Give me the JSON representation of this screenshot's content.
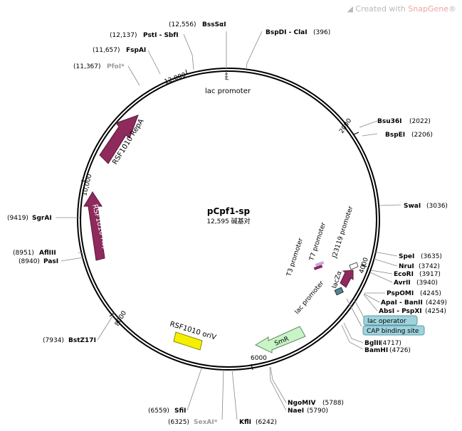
{
  "watermark": {
    "prefix": "Created with ",
    "brand": "SnapGene",
    "suffix": "®"
  },
  "plasmid": {
    "name": "pCpf1-sp",
    "size": "12,595 碱基对"
  },
  "ticks": [
    "2000",
    "4000",
    "6000",
    "8000",
    "10,000",
    "12,000"
  ],
  "sites": [
    {
      "enzyme": "BssSαI",
      "pos": "(12,556)"
    },
    {
      "enzyme": "PstI - SbfI",
      "pos": "(12,137)"
    },
    {
      "enzyme": "FspAI",
      "pos": "(11,657)"
    },
    {
      "enzyme": "PfoI*",
      "pos": "(11,367)"
    },
    {
      "enzyme": "BspDI - ClaI",
      "pos": "(396)"
    },
    {
      "enzyme": "Bsu36I",
      "pos": "(2022)"
    },
    {
      "enzyme": "BspEI",
      "pos": "(2206)"
    },
    {
      "enzyme": "SwaI",
      "pos": "(3036)"
    },
    {
      "enzyme": "SpeI",
      "pos": "(3635)"
    },
    {
      "enzyme": "NruI",
      "pos": "(3742)"
    },
    {
      "enzyme": "EcoRI",
      "pos": "(3917)"
    },
    {
      "enzyme": "AvrII",
      "pos": "(3940)"
    },
    {
      "enzyme": "PspOMI",
      "pos": "(4245)"
    },
    {
      "enzyme": "ApaI - BanII",
      "pos": "(4249)"
    },
    {
      "enzyme": "AbsI - PspXI",
      "pos": "(4254)"
    },
    {
      "enzyme": "BglII",
      "pos": "(4717)"
    },
    {
      "enzyme": "BamHI",
      "pos": "(4726)"
    },
    {
      "enzyme": "NgoMIV",
      "pos": "(5788)"
    },
    {
      "enzyme": "NaeI",
      "pos": "(5790)"
    },
    {
      "enzyme": "KflI",
      "pos": "(6242)"
    },
    {
      "enzyme": "SexAI*",
      "pos": "(6325)"
    },
    {
      "enzyme": "SfiI",
      "pos": "(6559)"
    },
    {
      "enzyme": "BstZ17I",
      "pos": "(7934)"
    },
    {
      "enzyme": "PasI",
      "pos": "(8940)"
    },
    {
      "enzyme": "AflIII",
      "pos": "(8951)"
    },
    {
      "enzyme": "SgrAI",
      "pos": "(9419)"
    }
  ],
  "features": {
    "lac_promoter_top": "lac promoter",
    "repA": "RSF1010 RepA",
    "repB": "RSF1010 RepB",
    "t3": "T3 promoter",
    "t7": "T7 promoter",
    "j23119": "J23119 promoter",
    "lacZa": "lacZα",
    "lac_promoter_2": "lac promoter",
    "lac_operator": "lac operator",
    "cap_site": "CAP binding site",
    "smr": "SmR",
    "oriV": "RSF1010 oriV"
  },
  "colors": {
    "backbone": "#000000",
    "repA": "#8e2a5c",
    "repB": "#8e2a5c",
    "lacZa": "#8e2a5c",
    "smr": "#c8f4c8",
    "oriV": "#f5f000",
    "boxed_label_bg": "#9fd3dc",
    "t7": "#c6a4e6"
  }
}
